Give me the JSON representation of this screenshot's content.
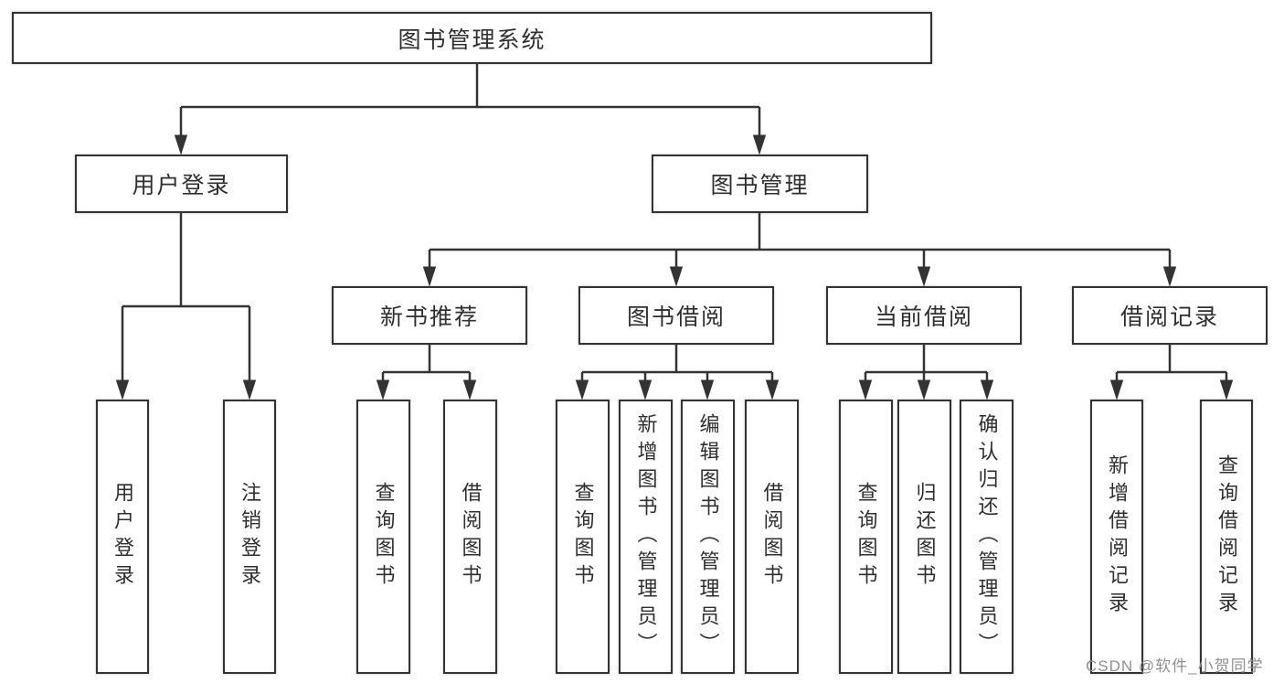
{
  "tree": {
    "label": "图书管理系统",
    "children": [
      {
        "label": "用户登录",
        "children": [
          {
            "label": "用户登录"
          },
          {
            "label": "注销登录"
          }
        ]
      },
      {
        "label": "图书管理",
        "children": [
          {
            "label": "新书推荐",
            "children": [
              {
                "label": "查询图书"
              },
              {
                "label": "借阅图书"
              }
            ]
          },
          {
            "label": "图书借阅",
            "children": [
              {
                "label": "查询图书"
              },
              {
                "label": "新增图书（管理员）"
              },
              {
                "label": "编辑图书（管理员）"
              },
              {
                "label": "借阅图书"
              }
            ]
          },
          {
            "label": "当前借阅",
            "children": [
              {
                "label": "查询图书"
              },
              {
                "label": "归还图书"
              },
              {
                "label": "确认归还（管理员）"
              }
            ]
          },
          {
            "label": "借阅记录",
            "children": [
              {
                "label": "新增借阅记录"
              },
              {
                "label": "查询借阅记录"
              }
            ]
          }
        ]
      }
    ]
  },
  "watermark": "CSDN @软件_小贺同学",
  "colors": {
    "line": "#333333",
    "text": "#2f2f2f",
    "watermark": "#909090",
    "background": "#ffffff"
  }
}
